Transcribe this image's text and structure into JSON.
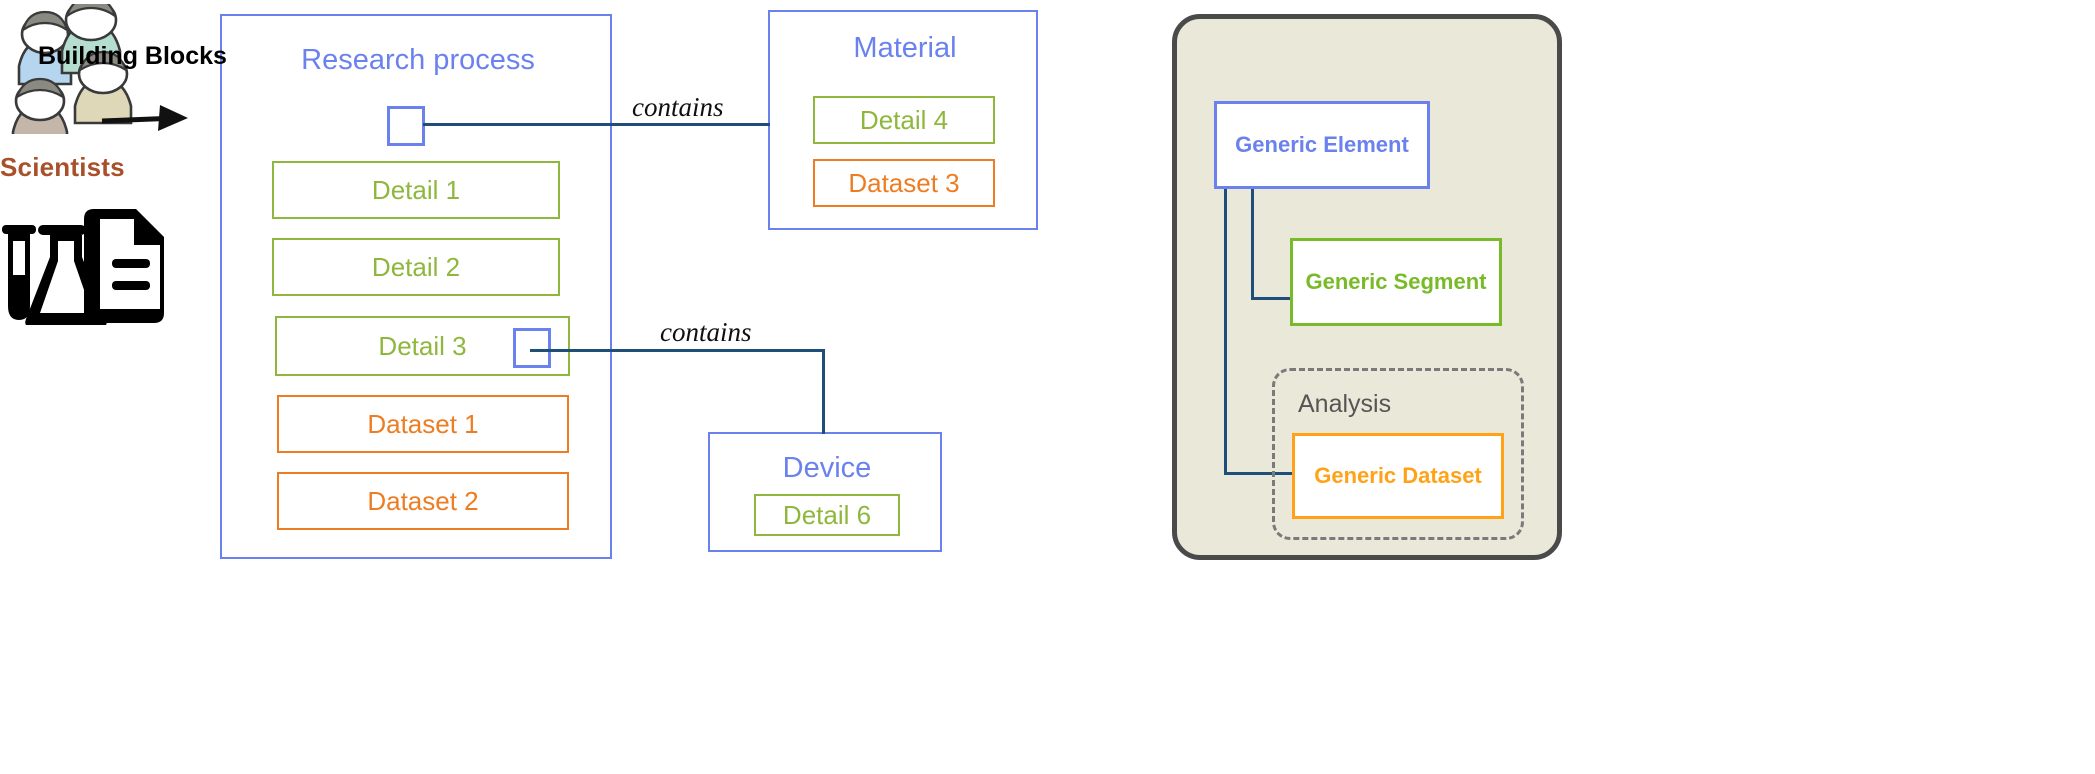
{
  "diagram": {
    "scientists": {
      "label": "Scientists",
      "people_icon": "people-group-icon",
      "arrow_icon": "right-arrow-icon",
      "lab_icon": "lab-equipment-document-icon",
      "label_color": "#a8502a"
    },
    "entities": [
      {
        "id": "research-process",
        "title": "Research process",
        "title_color": "#6b82ee",
        "border_color": "#6b82ee",
        "children": [
          {
            "label": "Detail 1",
            "kind": "detail",
            "color": "#8fb73e"
          },
          {
            "label": "Detail 2",
            "kind": "detail",
            "color": "#8fb73e"
          },
          {
            "label": "Detail 3",
            "kind": "detail",
            "color": "#8fb73e",
            "has_connector": true
          },
          {
            "label": "Dataset 1",
            "kind": "dataset",
            "color": "#ed7d22"
          },
          {
            "label": "Dataset 2",
            "kind": "dataset",
            "color": "#ed7d22"
          }
        ]
      },
      {
        "id": "material",
        "title": "Material",
        "title_color": "#6b82ee",
        "border_color": "#6b82ee",
        "children": [
          {
            "label": "Detail 4",
            "kind": "detail",
            "color": "#8fb73e"
          },
          {
            "label": "Dataset 3",
            "kind": "dataset",
            "color": "#ed7d22"
          }
        ]
      },
      {
        "id": "device",
        "title": "Device",
        "title_color": "#6b82ee",
        "border_color": "#6b82ee",
        "children": [
          {
            "label": "Detail 6",
            "kind": "detail",
            "color": "#8fb73e"
          }
        ]
      }
    ],
    "relations": [
      {
        "label": "contains",
        "from": "research-process",
        "to": "material"
      },
      {
        "label": "contains",
        "from": "research-process-detail-3",
        "to": "device"
      }
    ],
    "legend": {
      "title": "Building Blocks",
      "items": [
        {
          "label": "Generic Element",
          "color": "#6b82ee"
        },
        {
          "label": "Generic Segment",
          "color": "#78ba27"
        },
        {
          "label": "Generic Dataset",
          "color": "#ffa218"
        }
      ],
      "group_label": "Analysis",
      "panel_background": "#eae8d9",
      "panel_border": "#4a4a4a"
    },
    "connector_color": "#1f4e79"
  }
}
